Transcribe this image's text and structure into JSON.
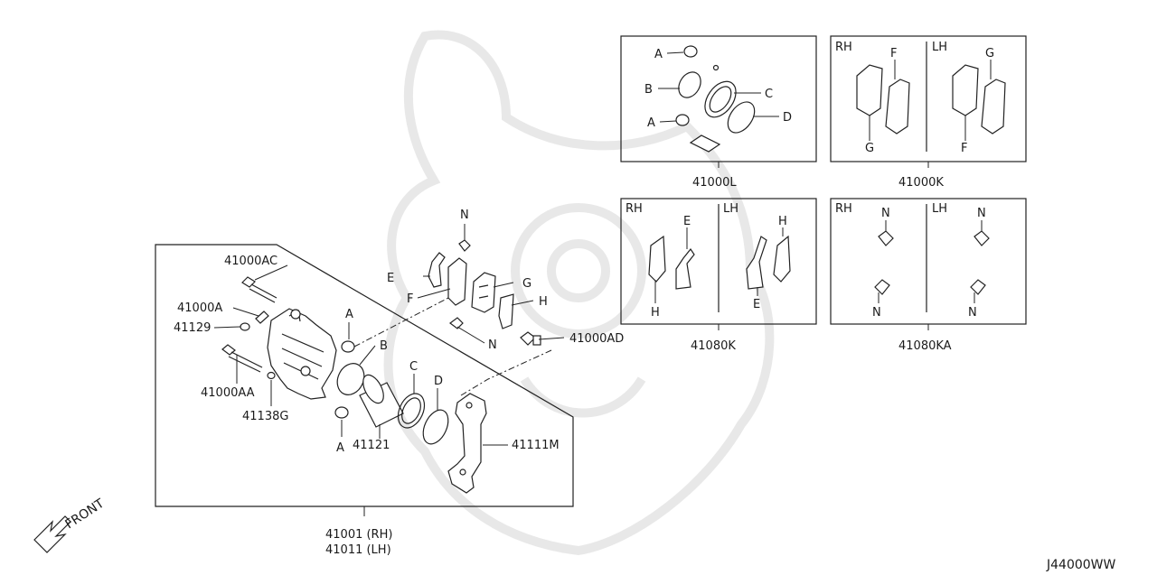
{
  "diagram_code": "J44000WW",
  "front_label": "FRONT",
  "assembly": {
    "rh_label": "41001 (RH)",
    "lh_label": "41011 (LH)"
  },
  "parts": {
    "p41000AC": "41000AC",
    "p41000A": "41000A",
    "p41129": "41129",
    "p41000AA": "41000AA",
    "p41138G": "41138G",
    "p41121": "41121",
    "p41111M": "41111M",
    "p41000AD": "41000AD"
  },
  "letters": {
    "A": "A",
    "B": "B",
    "C": "C",
    "D": "D",
    "E": "E",
    "F": "F",
    "G": "G",
    "H": "H",
    "N": "N"
  },
  "kits": {
    "k41000L": "41000L",
    "k41000K": "41000K",
    "k41080K": "41080K",
    "k41080KA": "41080KA"
  },
  "sides": {
    "rh": "RH",
    "lh": "LH"
  }
}
